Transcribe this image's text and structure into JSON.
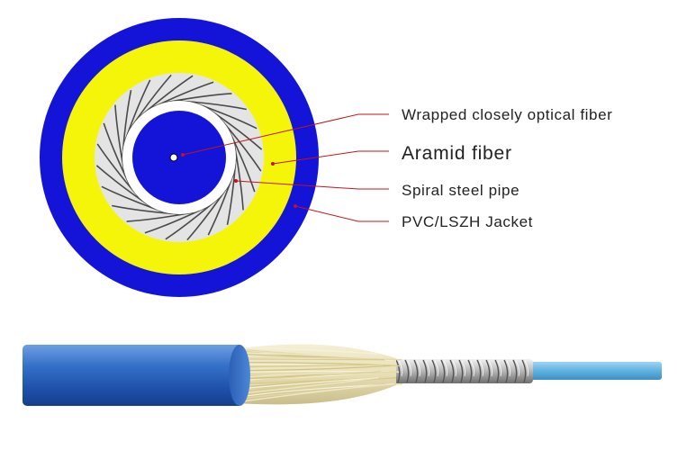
{
  "labels": [
    {
      "id": "wrapped",
      "text": "Wrapped closely optical fiber"
    },
    {
      "id": "aramid",
      "text": "Aramid fiber"
    },
    {
      "id": "steel",
      "text": "Spiral steel pipe"
    },
    {
      "id": "jacket",
      "text": "PVC/LSZH Jacket"
    }
  ],
  "colors": {
    "jacket_blue": "#1414d8",
    "aramid_yellow": "#f5f50a",
    "steel_gray": "#e0e0e0",
    "leader_red": "#c0151b",
    "cable_blue": "#2a66c2",
    "fiber_light_blue": "#5fb2e0",
    "aramid_strands": "#ece6c6"
  }
}
